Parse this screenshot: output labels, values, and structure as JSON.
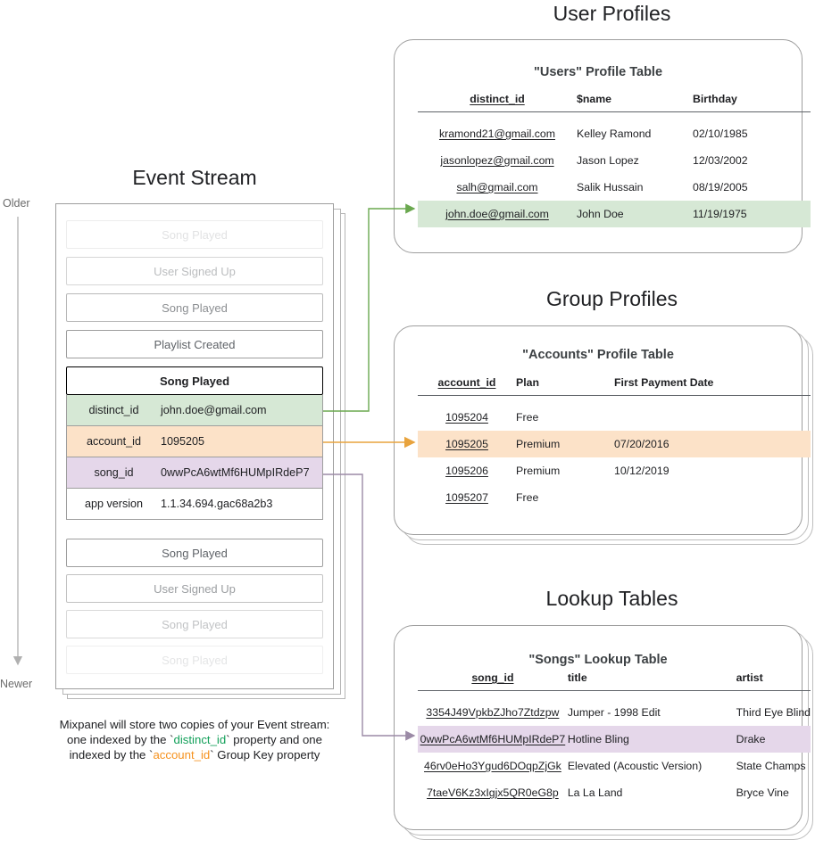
{
  "sections": {
    "user_profiles_title": "User Profiles",
    "group_profiles_title": "Group Profiles",
    "lookup_tables_title": "Lookup Tables",
    "event_stream_title": "Event Stream"
  },
  "event_stream": {
    "older_label": "Older",
    "newer_label": "Newer",
    "events_above": [
      {
        "label": "Song Played",
        "opacity": 0.18
      },
      {
        "label": "User Signed Up",
        "opacity": 0.42
      },
      {
        "label": "Song Played",
        "opacity": 0.72
      },
      {
        "label": "Playlist Created",
        "opacity": 1.0
      }
    ],
    "focus_event": {
      "name": "Song Played",
      "properties": [
        {
          "key": "distinct_id",
          "value": "john.doe@gmail.com",
          "highlight": "green"
        },
        {
          "key": "account_id",
          "value": "1095205",
          "highlight": "orange"
        },
        {
          "key": "song_id",
          "value": "0wwPcA6wtMf6HUMpIRdeP7",
          "highlight": "purple"
        },
        {
          "key": "app version",
          "value": "1.1.34.694.gac68a2b3",
          "highlight": "none"
        }
      ]
    },
    "events_below": [
      {
        "label": "Song Played",
        "opacity": 1.0
      },
      {
        "label": "User Signed Up",
        "opacity": 0.62
      },
      {
        "label": "Song Played",
        "opacity": 0.38
      },
      {
        "label": "Song Played",
        "opacity": 0.16
      }
    ],
    "caption": {
      "line1": "Mixpanel will store two copies of your Event stream:",
      "line2_a": "one indexed by the `",
      "line2_key": "distinct_id",
      "line2_b": "` property and one",
      "line3_a": "indexed by the `",
      "line3_key": "account_id",
      "line3_b": "` Group Key property"
    }
  },
  "users_table": {
    "title": "\"Users\" Profile Table",
    "columns": [
      "distinct_id",
      "$name",
      "Birthday"
    ],
    "rows": [
      {
        "cells": [
          "kramond21@gmail.com",
          "Kelley Ramond",
          "02/10/1985"
        ],
        "highlight": "none"
      },
      {
        "cells": [
          "jasonlopez@gmail.com",
          "Jason Lopez",
          "12/03/2002"
        ],
        "highlight": "none"
      },
      {
        "cells": [
          "salh@gmail.com",
          "Salik Hussain",
          "08/19/2005"
        ],
        "highlight": "none"
      },
      {
        "cells": [
          "john.doe@gmail.com",
          "John Doe",
          "11/19/1975"
        ],
        "highlight": "green"
      }
    ]
  },
  "accounts_table": {
    "title": "\"Accounts\" Profile Table",
    "columns": [
      "account_id",
      "Plan",
      "First Payment Date"
    ],
    "rows": [
      {
        "cells": [
          "1095204",
          "Free",
          ""
        ],
        "highlight": "none"
      },
      {
        "cells": [
          "1095205",
          "Premium",
          "07/20/2016"
        ],
        "highlight": "orange"
      },
      {
        "cells": [
          "1095206",
          "Premium",
          "10/12/2019"
        ],
        "highlight": "none"
      },
      {
        "cells": [
          "1095207",
          "Free",
          ""
        ],
        "highlight": "none"
      }
    ]
  },
  "songs_table": {
    "title": "\"Songs\" Lookup Table",
    "columns": [
      "song_id",
      "title",
      "artist"
    ],
    "rows": [
      {
        "cells": [
          "3354J49VpkbZJho7Ztdzpw",
          "Jumper - 1998 Edit",
          "Third Eye Blind"
        ],
        "highlight": "none"
      },
      {
        "cells": [
          "0wwPcA6wtMf6HUMpIRdeP7",
          "Hotline Bling",
          "Drake"
        ],
        "highlight": "purple"
      },
      {
        "cells": [
          "46rv0eHo3Ygud6DOqpZjGk",
          "Elevated (Acoustic Version)",
          "State Champs"
        ],
        "highlight": "none"
      },
      {
        "cells": [
          "7taeV6Kz3xIgjx5QR0eG8p",
          "La La Land",
          "Bryce Vine"
        ],
        "highlight": "none"
      }
    ]
  },
  "colors": {
    "green_highlight": "#d6e8d5",
    "orange_highlight": "#fce2c8",
    "purple_highlight": "#e5d7ea",
    "green_arrow": "#6aa84f",
    "orange_arrow": "#e8a33d",
    "purple_arrow": "#9b8aa6",
    "panel_border": "#9e9e9e",
    "caption_green": "#13a05a",
    "caption_orange": "#f6921e"
  }
}
